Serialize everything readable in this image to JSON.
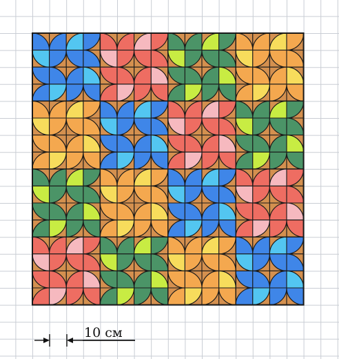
{
  "colors": {
    "background": "#ffffff",
    "grid_line": "#c9cdd4",
    "background_petal": "#d4904f",
    "outline": "#1a1a1a",
    "ink": "#111111"
  },
  "palettes": {
    "blue": {
      "dark": "#3f86e8",
      "light": "#53c6f1"
    },
    "red": {
      "dark": "#ee6d62",
      "light": "#f6b9bf"
    },
    "green": {
      "dark": "#4b9467",
      "light": "#c8ec43"
    },
    "orange": {
      "dark": "#f4a84f",
      "light": "#f7dc5c"
    }
  },
  "quilt": {
    "rows": 4,
    "cols": 4,
    "blocks": [
      [
        "blue",
        "red",
        "green",
        "orange"
      ],
      [
        "orange",
        "blue",
        "red",
        "green"
      ],
      [
        "green",
        "orange",
        "blue",
        "red"
      ],
      [
        "red",
        "green",
        "orange",
        "blue"
      ]
    ]
  },
  "scale_bar": {
    "label": "10 см"
  }
}
